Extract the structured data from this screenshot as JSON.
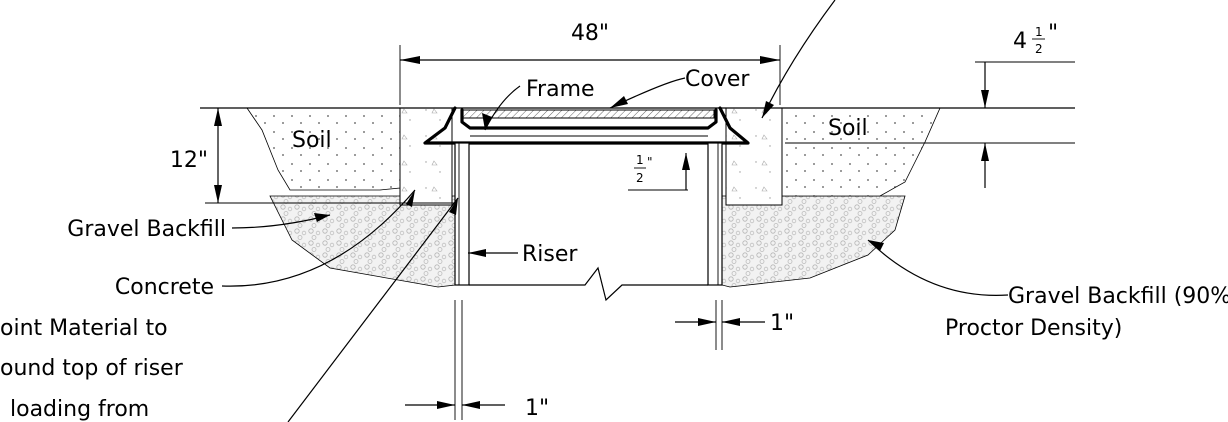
{
  "labels": {
    "width_48": "48\"",
    "frame": "Frame",
    "cover": "Cover",
    "soil_left": "Soil",
    "soil_right": "Soil",
    "depth_12": "12\"",
    "gravel_backfill": "Gravel Backfill",
    "concrete": "Concrete",
    "riser": "Riser",
    "gravel_backfill_compacted_line1": "Gravel Backfill (90%",
    "gravel_backfill_compacted_line2": "Proctor Density)",
    "joint_material_line1": "oint Material to",
    "joint_material_line2": "ound top of riser",
    "joint_material_line3": "loading from",
    "gap_1_right": "1\"",
    "gap_1_bottom": "1\"",
    "four_half_whole": "4",
    "half_num": "1",
    "half_den": "2",
    "inch_mark": "\""
  }
}
